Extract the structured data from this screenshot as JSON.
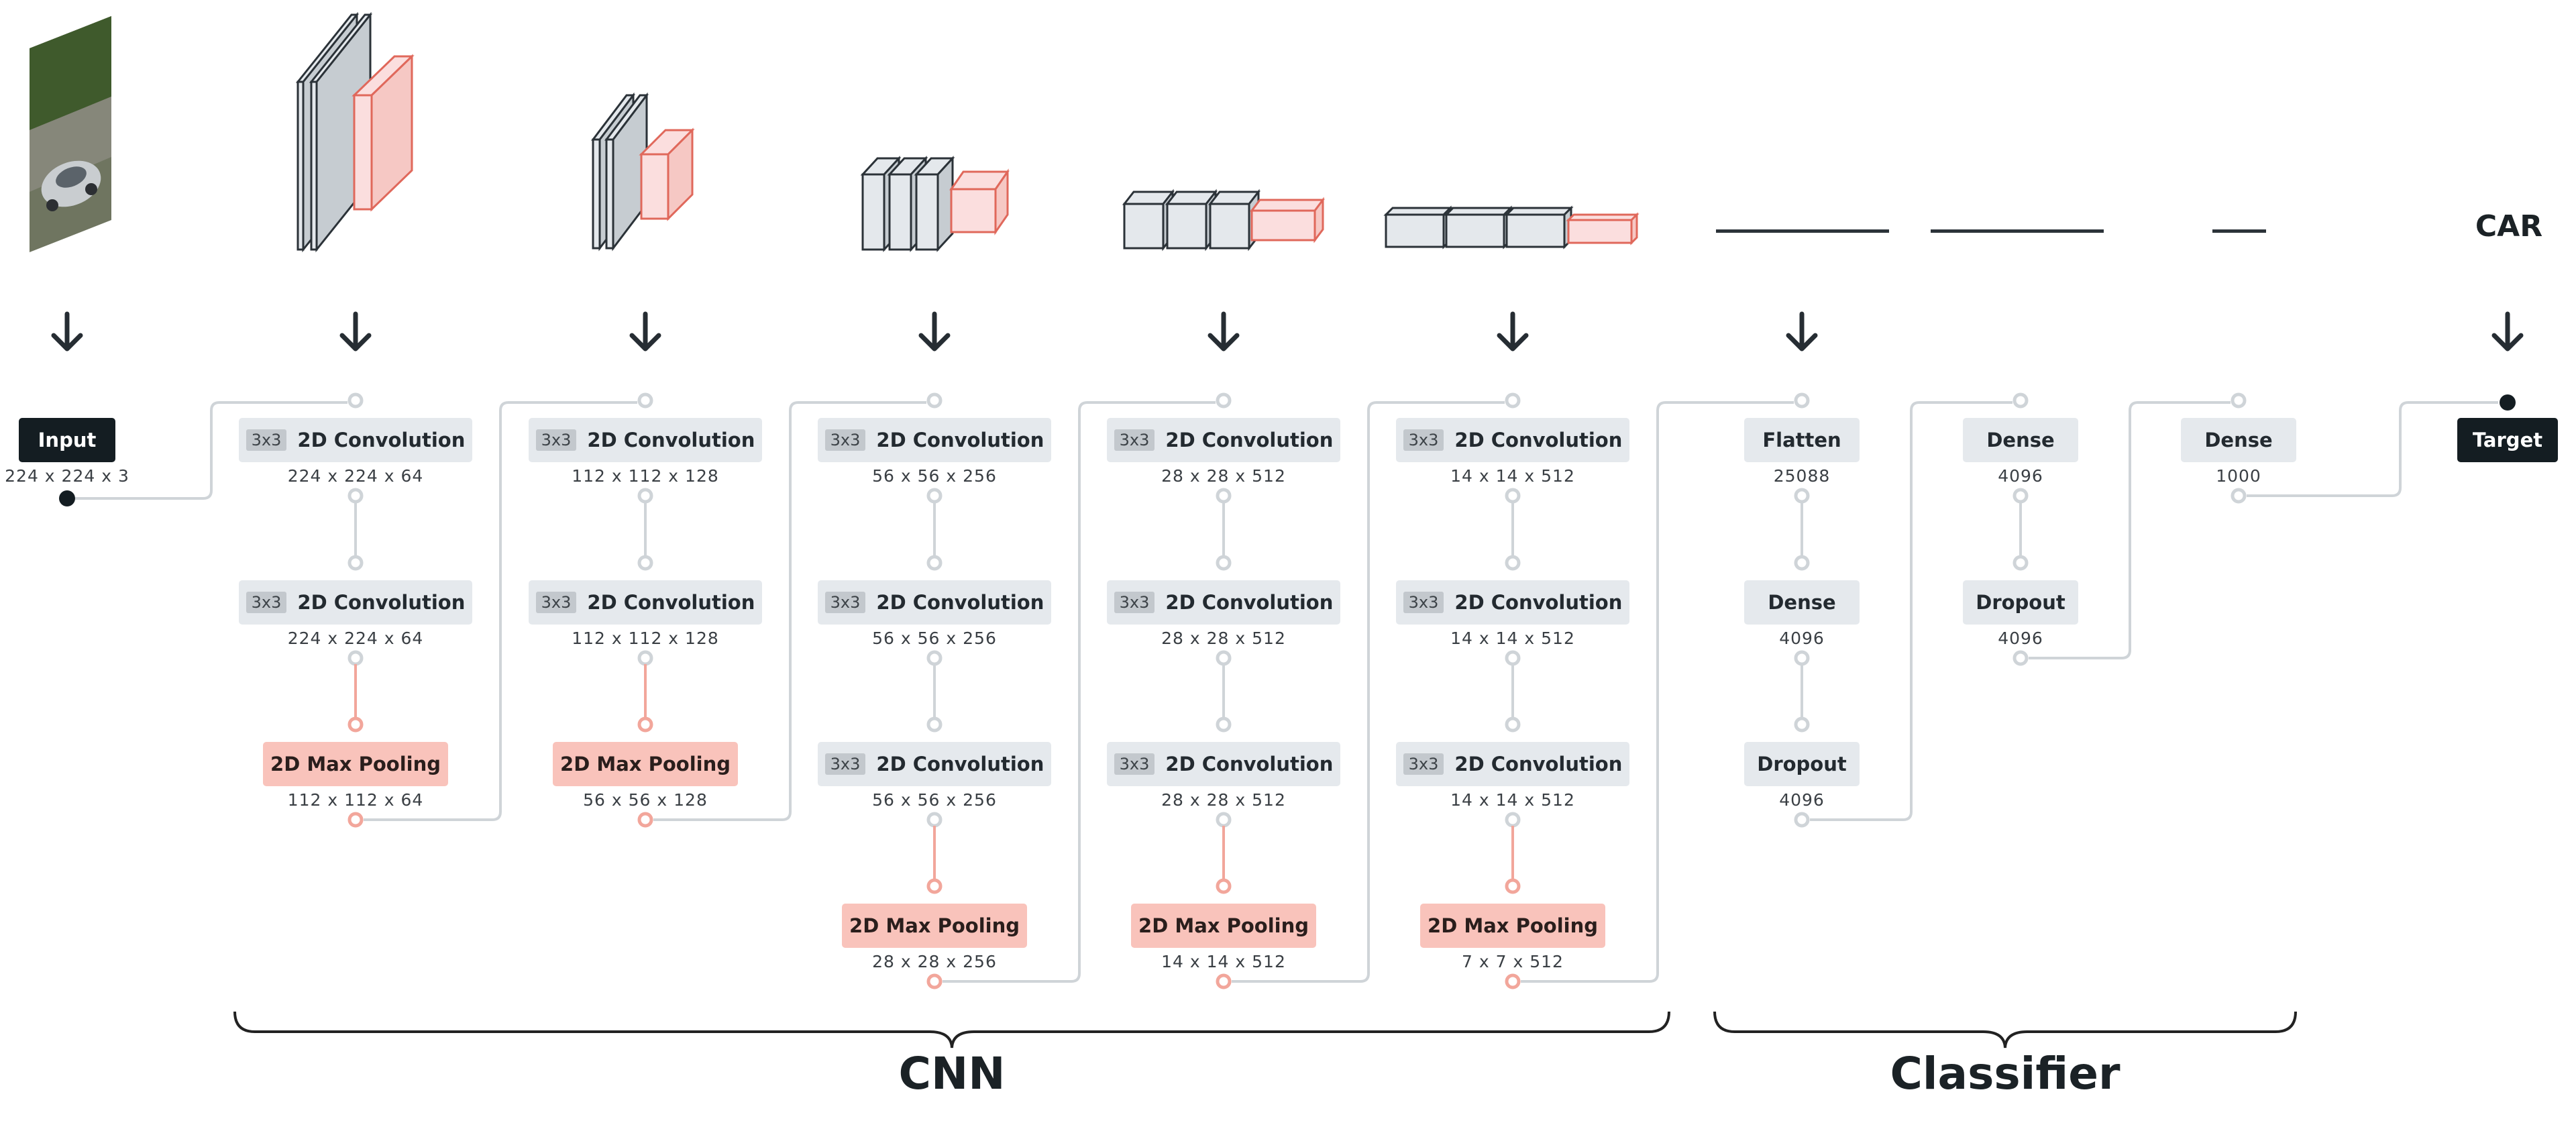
{
  "colors": {
    "connector": "#cfd4d8",
    "pool_connector": "#f2a69b",
    "cube_face": "#e4e8ec",
    "cube_pool_face": "#fbdede",
    "cube_stroke": "#2b3238",
    "cube_pool_stroke": "#e0685b",
    "dark_node": "#141d22"
  },
  "input": {
    "label": "Input",
    "dim": "224 x 224 x 3"
  },
  "output": {
    "label": "Target",
    "class_label": "CAR"
  },
  "kernel": "3x3",
  "cnn_blocks": [
    {
      "layers": [
        {
          "name": "2D Convolution",
          "dim": "224 x 224 x 64"
        },
        {
          "name": "2D Convolution",
          "dim": "224 x 224 x 64"
        },
        {
          "name": "2D Max Pooling",
          "dim": "112 x 112 x 64"
        }
      ]
    },
    {
      "layers": [
        {
          "name": "2D Convolution",
          "dim": "112 x 112 x 128"
        },
        {
          "name": "2D Convolution",
          "dim": "112 x 112 x 128"
        },
        {
          "name": "2D Max Pooling",
          "dim": "56 x 56 x 128"
        }
      ]
    },
    {
      "layers": [
        {
          "name": "2D Convolution",
          "dim": "56 x 56 x 256"
        },
        {
          "name": "2D Convolution",
          "dim": "56 x 56 x 256"
        },
        {
          "name": "2D Convolution",
          "dim": "56 x 56 x 256"
        },
        {
          "name": "2D Max Pooling",
          "dim": "28 x 28 x 256"
        }
      ]
    },
    {
      "layers": [
        {
          "name": "2D Convolution",
          "dim": "28 x 28 x 512"
        },
        {
          "name": "2D Convolution",
          "dim": "28 x 28 x 512"
        },
        {
          "name": "2D Convolution",
          "dim": "28 x 28 x 512"
        },
        {
          "name": "2D Max Pooling",
          "dim": "14 x 14 x 512"
        }
      ]
    },
    {
      "layers": [
        {
          "name": "2D Convolution",
          "dim": "14 x 14 x 512"
        },
        {
          "name": "2D Convolution",
          "dim": "14 x 14 x 512"
        },
        {
          "name": "2D Convolution",
          "dim": "14 x 14 x 512"
        },
        {
          "name": "2D Max Pooling",
          "dim": "7 x 7 x 512"
        }
      ]
    }
  ],
  "classifier_blocks": [
    {
      "layers": [
        {
          "name": "Flatten",
          "dim": "25088"
        },
        {
          "name": "Dense",
          "dim": "4096"
        },
        {
          "name": "Dropout",
          "dim": "4096"
        }
      ]
    },
    {
      "layers": [
        {
          "name": "Dense",
          "dim": "4096"
        },
        {
          "name": "Dropout",
          "dim": "4096"
        }
      ]
    },
    {
      "layers": [
        {
          "name": "Dense",
          "dim": "1000"
        }
      ]
    }
  ],
  "groups": {
    "cnn": "CNN",
    "classifier": "Classifier"
  }
}
